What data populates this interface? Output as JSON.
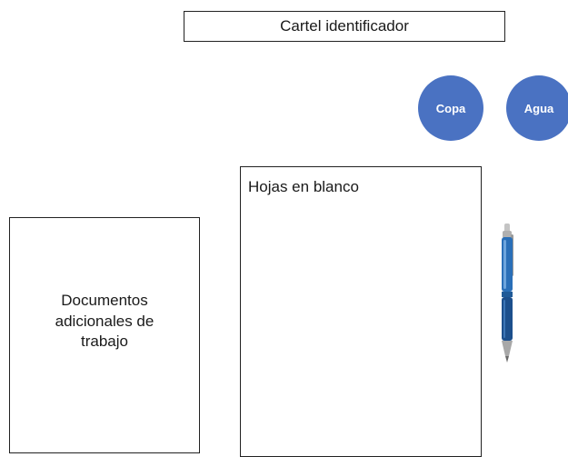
{
  "sign": {
    "label": "Cartel identificador"
  },
  "items": {
    "cup": {
      "label": "Copa",
      "color": "#4a72c2"
    },
    "water": {
      "label": "Agua",
      "color": "#4a72c2"
    }
  },
  "documents": {
    "label": "Documentos\nadicionales de\ntrabajo"
  },
  "blank_sheets": {
    "label": "Hojas en blanco"
  },
  "pen": {
    "icon": "pen-icon",
    "body_color": "#2a6fb8",
    "tip_color": "#b5b5b5"
  }
}
